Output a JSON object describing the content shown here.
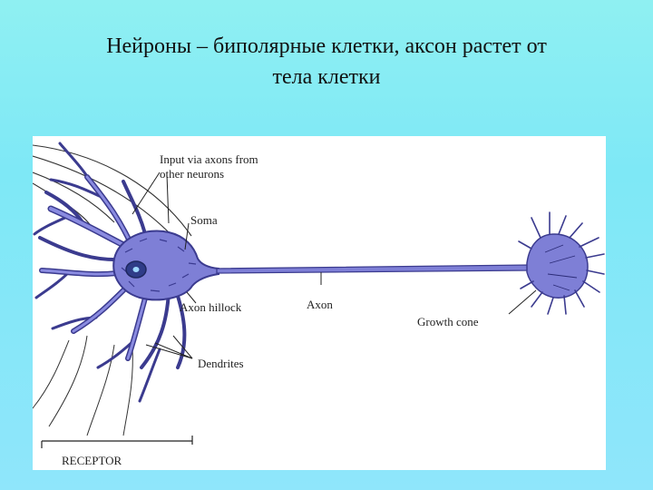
{
  "slide": {
    "title_line1": "Нейроны – биполярные клетки, аксон  растет  от",
    "title_line2": "тела клетки"
  },
  "diagram": {
    "labels": {
      "input_line1": "Input via axons from",
      "input_line2": "other neurons",
      "soma": "Soma",
      "axon_hillock": "Axon hillock",
      "axon": "Axon",
      "growth_cone": "Growth cone",
      "dendrites": "Dendrites",
      "receptor": "RECEPTOR"
    },
    "colors": {
      "neuron_fill": "#7e7fd6",
      "neuron_stroke": "#3b3b8f",
      "nucleus": "#2f3c88",
      "line": "#222222"
    }
  }
}
